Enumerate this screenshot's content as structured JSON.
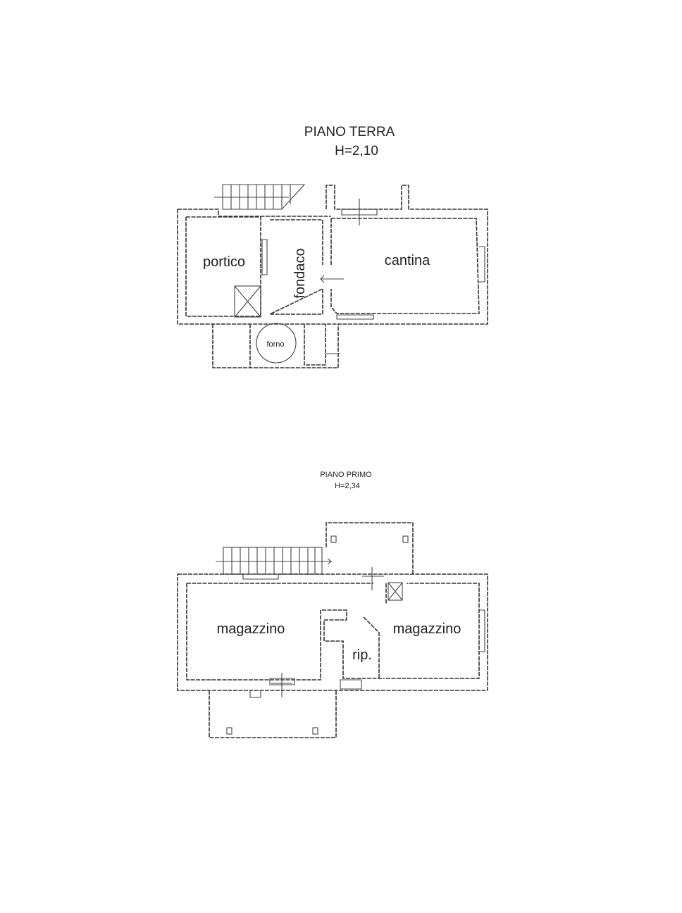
{
  "ground_floor": {
    "title": "PIANO TERRA",
    "height": "H=2,10",
    "rooms": {
      "portico": "portico",
      "fondaco": "fondaco",
      "cantina": "cantina",
      "forno": "forno"
    }
  },
  "first_floor": {
    "title": "PIANO PRIMO",
    "height": "H=2,34",
    "rooms": {
      "magazzino_left": "magazzino",
      "magazzino_right": "magazzino",
      "rip": "rip."
    }
  }
}
